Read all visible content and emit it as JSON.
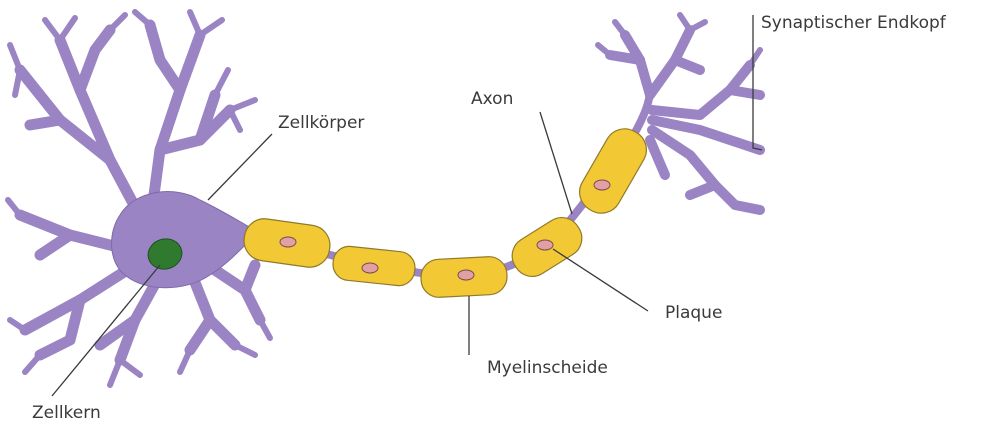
{
  "labels": {
    "synaptic_terminal": "Synaptischer Endkopf",
    "axon": "Axon",
    "cell_body": "Zellkörper",
    "plaque": "Plaque",
    "myelin_sheath": "Myelinscheide",
    "nucleus": "Zellkern"
  },
  "colors": {
    "neuron": "#9a84c4",
    "myelin": "#f2c935",
    "plaque": "#e2a0a4",
    "nucleus": "#2f7a2f"
  }
}
